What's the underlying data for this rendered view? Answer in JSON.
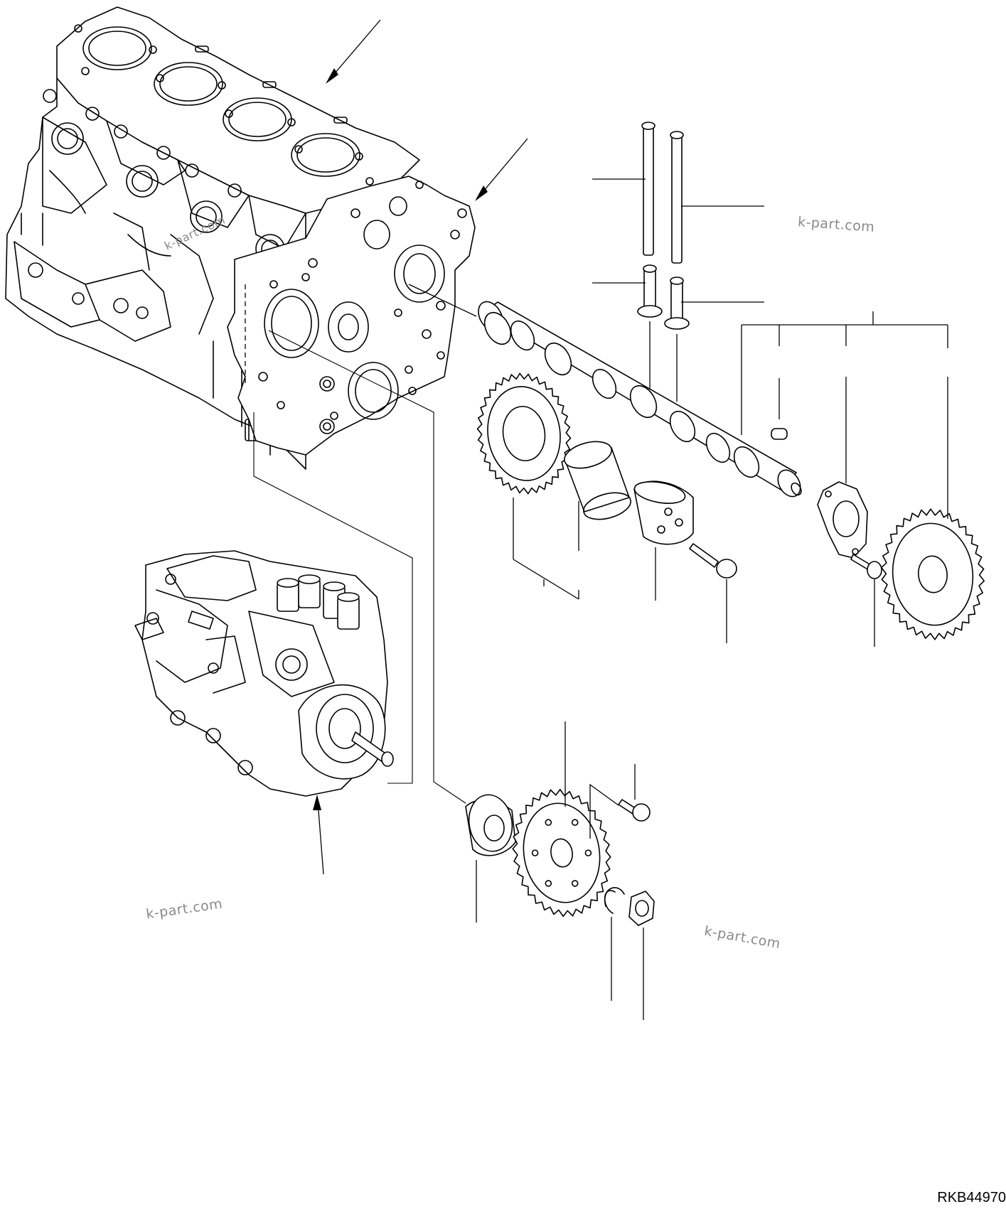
{
  "diagram": {
    "watermarks": [
      "k-part.com",
      "k-part.com",
      "k-part.com",
      "k-part.com"
    ],
    "drawing_code": "RKB44970"
  }
}
